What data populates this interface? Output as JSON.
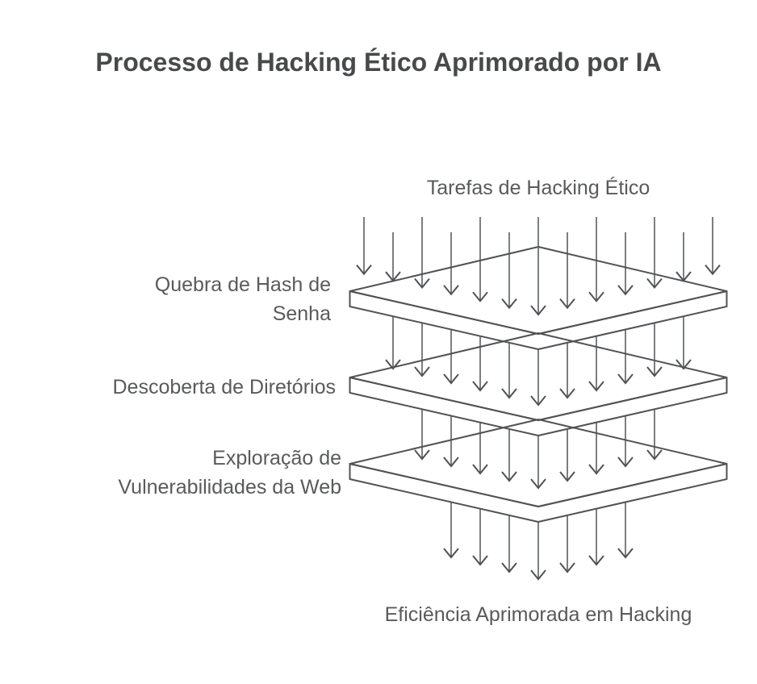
{
  "title": {
    "text": "Processo de Hacking Ético Aprimorado por IA"
  },
  "diagram": {
    "input_label": "Tarefas de Hacking Ético",
    "output_label": "Eficiência Aprimorada em Hacking",
    "layers": [
      {
        "label": "Quebra de Hash de Senha",
        "lines": [
          "Quebra de Hash de",
          "Senha"
        ]
      },
      {
        "label": "Descoberta de Diretórios",
        "lines": [
          "Descoberta de Diretórios"
        ]
      },
      {
        "label": "Exploração de Vulnerabilidades da Web",
        "lines": [
          "Exploração de",
          "Vulnerabilidades da Web"
        ]
      }
    ],
    "arrow_counts": {
      "input": 13,
      "between_layer_1_and_2": 11,
      "between_layer_2_and_3": 9,
      "output": 7
    },
    "colors": {
      "background": "#ffffff",
      "stroke": "#515256",
      "title_text": "#48494b",
      "label_text": "#595a5c"
    }
  }
}
